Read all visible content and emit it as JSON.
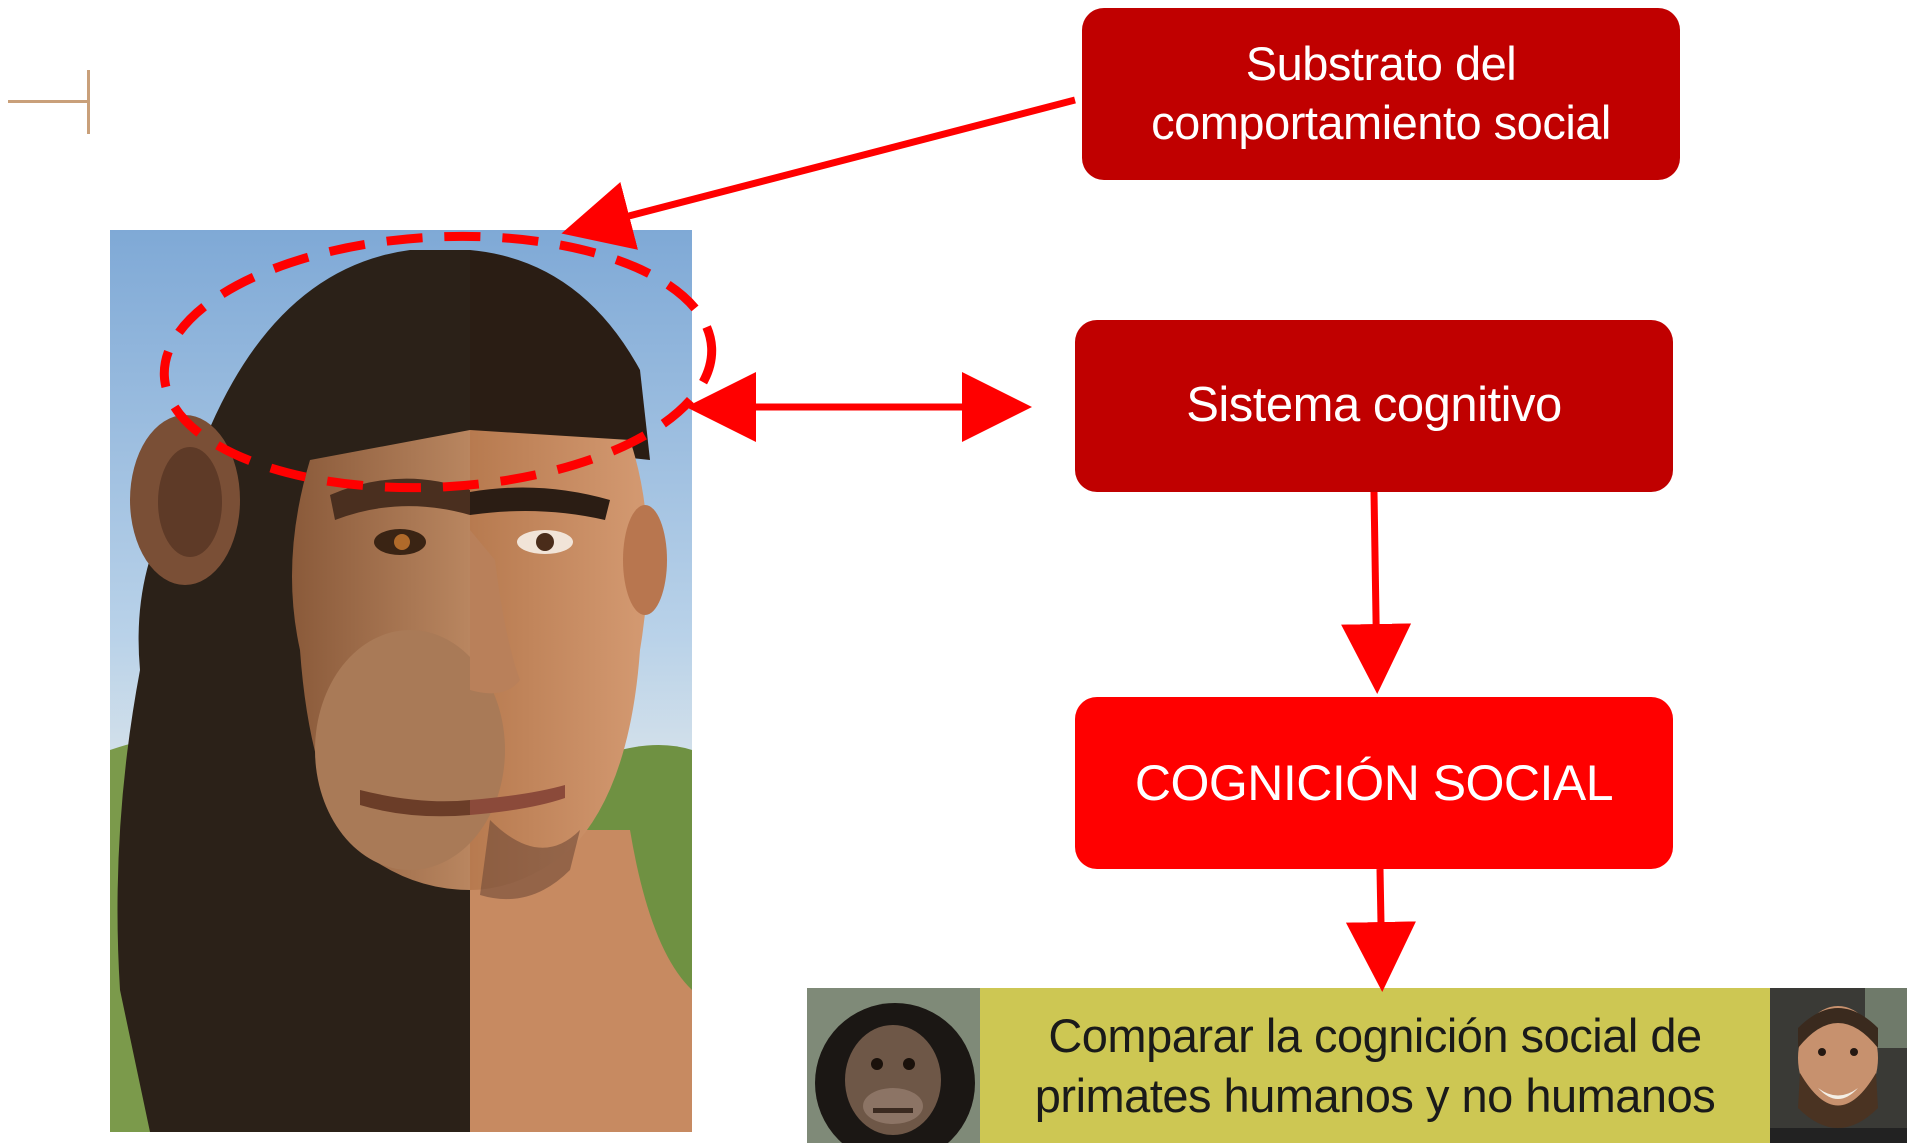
{
  "boxes": {
    "substrato": "Substrato del comportamiento social",
    "sistema": "Sistema cognitivo",
    "cognicion": "COGNICIÓN SOCIAL"
  },
  "compare_banner": "Comparar la cognición social de primates humanos y no humanos",
  "colors": {
    "dark_red": "#c00000",
    "bright_red": "#ff0000",
    "arrow_red": "#ff0000",
    "banner_olive": "#cdc753"
  },
  "images": {
    "portrait": "half-chimpanzee-half-human-face",
    "chimp_photo": "chimpanzee-face",
    "man_photo": "smiling-bearded-man"
  }
}
